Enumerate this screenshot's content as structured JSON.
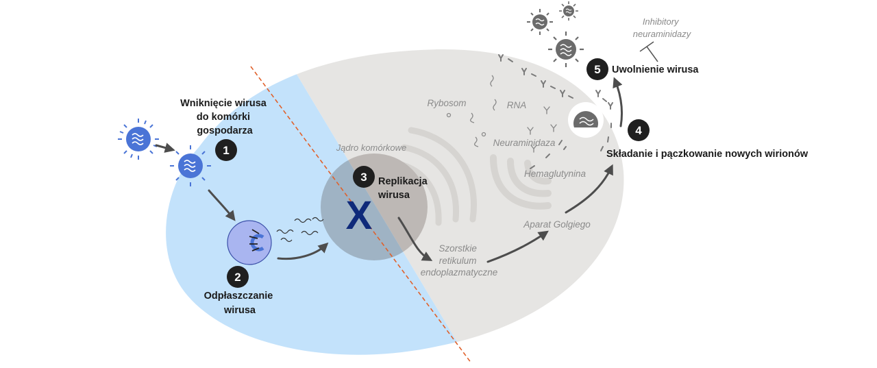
{
  "steps": [
    {
      "num": "1",
      "lines": [
        "Wniknięcie wirusa",
        "do komórki",
        "gospodarza"
      ]
    },
    {
      "num": "2",
      "lines": [
        "Odpłaszczanie",
        "wirusa"
      ]
    },
    {
      "num": "3",
      "lines": [
        "Replikacja",
        "wirusa"
      ]
    },
    {
      "num": "4",
      "lines": [
        "Składanie i pączkowanie nowych wirionów"
      ]
    },
    {
      "num": "5",
      "lines": [
        "Uwolnienie wirusa"
      ]
    }
  ],
  "labels": {
    "nucleus": "Jądro komórkowe",
    "ribosome": "Rybosom",
    "rna": "RNA",
    "neuraminidase": "Neuraminidaza",
    "hemagglutinin": "Hemaglutynina",
    "golgi": "Aparat Golgiego",
    "er": [
      "Szorstkie",
      "retikulum",
      "endoplazmatyczne"
    ],
    "inhibitors": [
      "Inhibitory",
      "neuraminidazy"
    ]
  },
  "block_mark": "X",
  "colors": {
    "cell_left": "#c3e2fb",
    "cell_right": "#e6e5e3",
    "nucleus": "#bdb8b5",
    "virus_blue": "#4a74d6",
    "virus_gray": "#6b6b6b",
    "x_mark": "#0f2a7a",
    "divider": "#e0602a",
    "badge": "#1f1f1f",
    "arrow": "#4d4d4d"
  }
}
